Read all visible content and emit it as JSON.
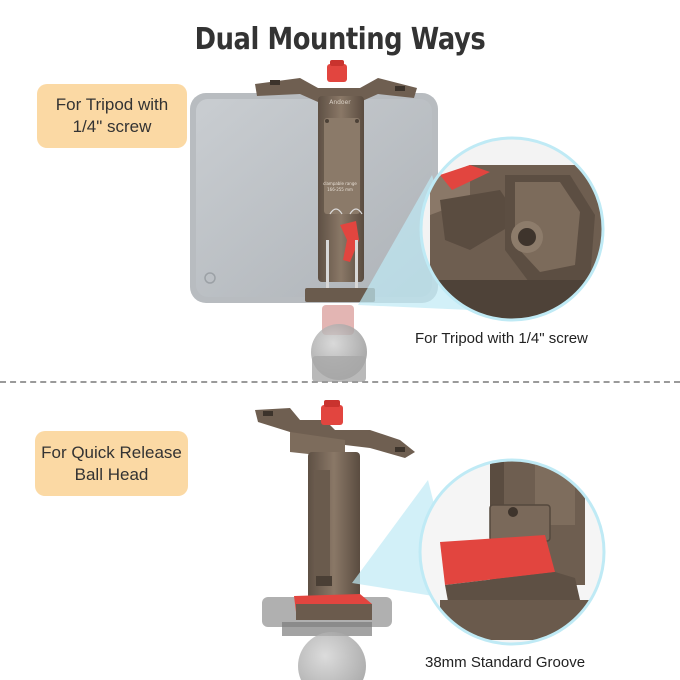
{
  "title": "Dual Mounting Ways",
  "tripod_badge": {
    "line1": "For Tripod with",
    "line2": "1/4\" screw"
  },
  "tripod_caption": "For Tripod with 1/4\" screw",
  "quick_release_badge": {
    "line1": "For Quick Release",
    "line2": "Ball Head"
  },
  "quick_release_caption": "38mm Standard Groove",
  "brand_mark": "Andoer",
  "clamp_label": {
    "line1": "clampable range",
    "line2": "166-255 mm"
  },
  "colors": {
    "badge": "#fbd9a4",
    "bronze": "#7b6a5a",
    "red_accent": "#e2453f",
    "callout_cyan": "#bfeaf5"
  }
}
